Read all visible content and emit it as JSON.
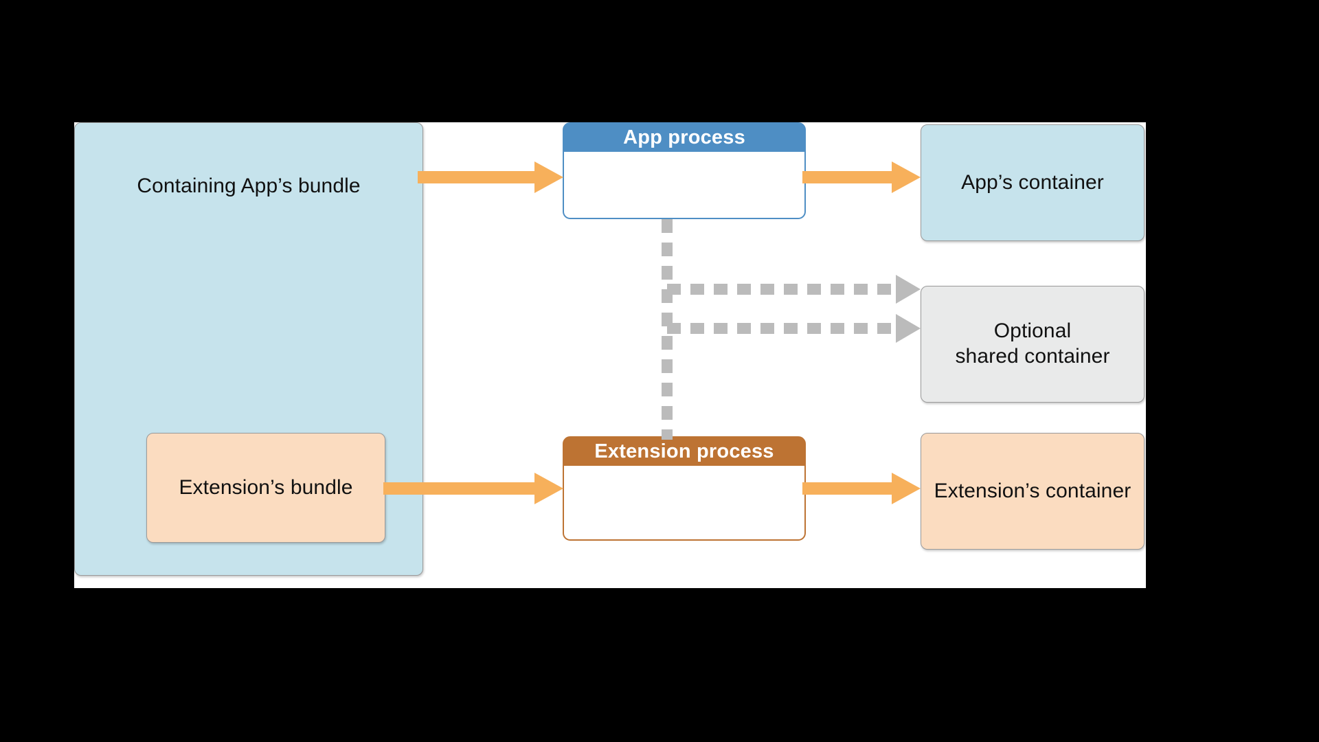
{
  "diagram": {
    "title": "App extension process and container relationships",
    "colors": {
      "canvas_background": "#ffffff",
      "page_background": "#000000",
      "bundle_blue_fill": "#c6e3ec",
      "bundle_peach_fill": "#fbdcc0",
      "shared_gray_fill": "#e9eaea",
      "app_process_blue": "#4e8ec4",
      "extension_process_brown": "#bd7333",
      "solid_arrow_orange": "#f7b05b",
      "dashed_arrow_gray": "#bbbbbb",
      "box_border_gray": "#9a9a9a",
      "text_color": "#111111"
    },
    "nodes": {
      "containing_app_bundle": {
        "label": "Containing App’s bundle"
      },
      "extension_bundle": {
        "label": "Extension’s bundle"
      },
      "app_process": {
        "header": "App process",
        "body": ""
      },
      "extension_process": {
        "header": "Extension process",
        "body": ""
      },
      "app_container": {
        "label": "App’s container"
      },
      "shared_container": {
        "label": "Optional\nshared container"
      },
      "extension_container": {
        "label": "Extension’s container"
      }
    },
    "edges": [
      {
        "id": "bundle-to-app-process",
        "from": "Containing App’s bundle",
        "to": "App process",
        "style": "solid",
        "color": "#f7b05b"
      },
      {
        "id": "app-process-to-app-container",
        "from": "App process",
        "to": "App’s container",
        "style": "solid",
        "color": "#f7b05b"
      },
      {
        "id": "extension-bundle-to-extension-process",
        "from": "Extension’s bundle",
        "to": "Extension process",
        "style": "solid",
        "color": "#f7b05b"
      },
      {
        "id": "extension-process-to-extension-container",
        "from": "Extension process",
        "to": "Extension’s container",
        "style": "solid",
        "color": "#f7b05b"
      },
      {
        "id": "app-process-to-shared-container",
        "from": "App process",
        "to": "Optional shared container",
        "style": "dashed",
        "color": "#bbbbbb"
      },
      {
        "id": "extension-process-to-shared-container",
        "from": "Extension process",
        "to": "Optional shared container",
        "style": "dashed",
        "color": "#bbbbbb"
      }
    ]
  }
}
